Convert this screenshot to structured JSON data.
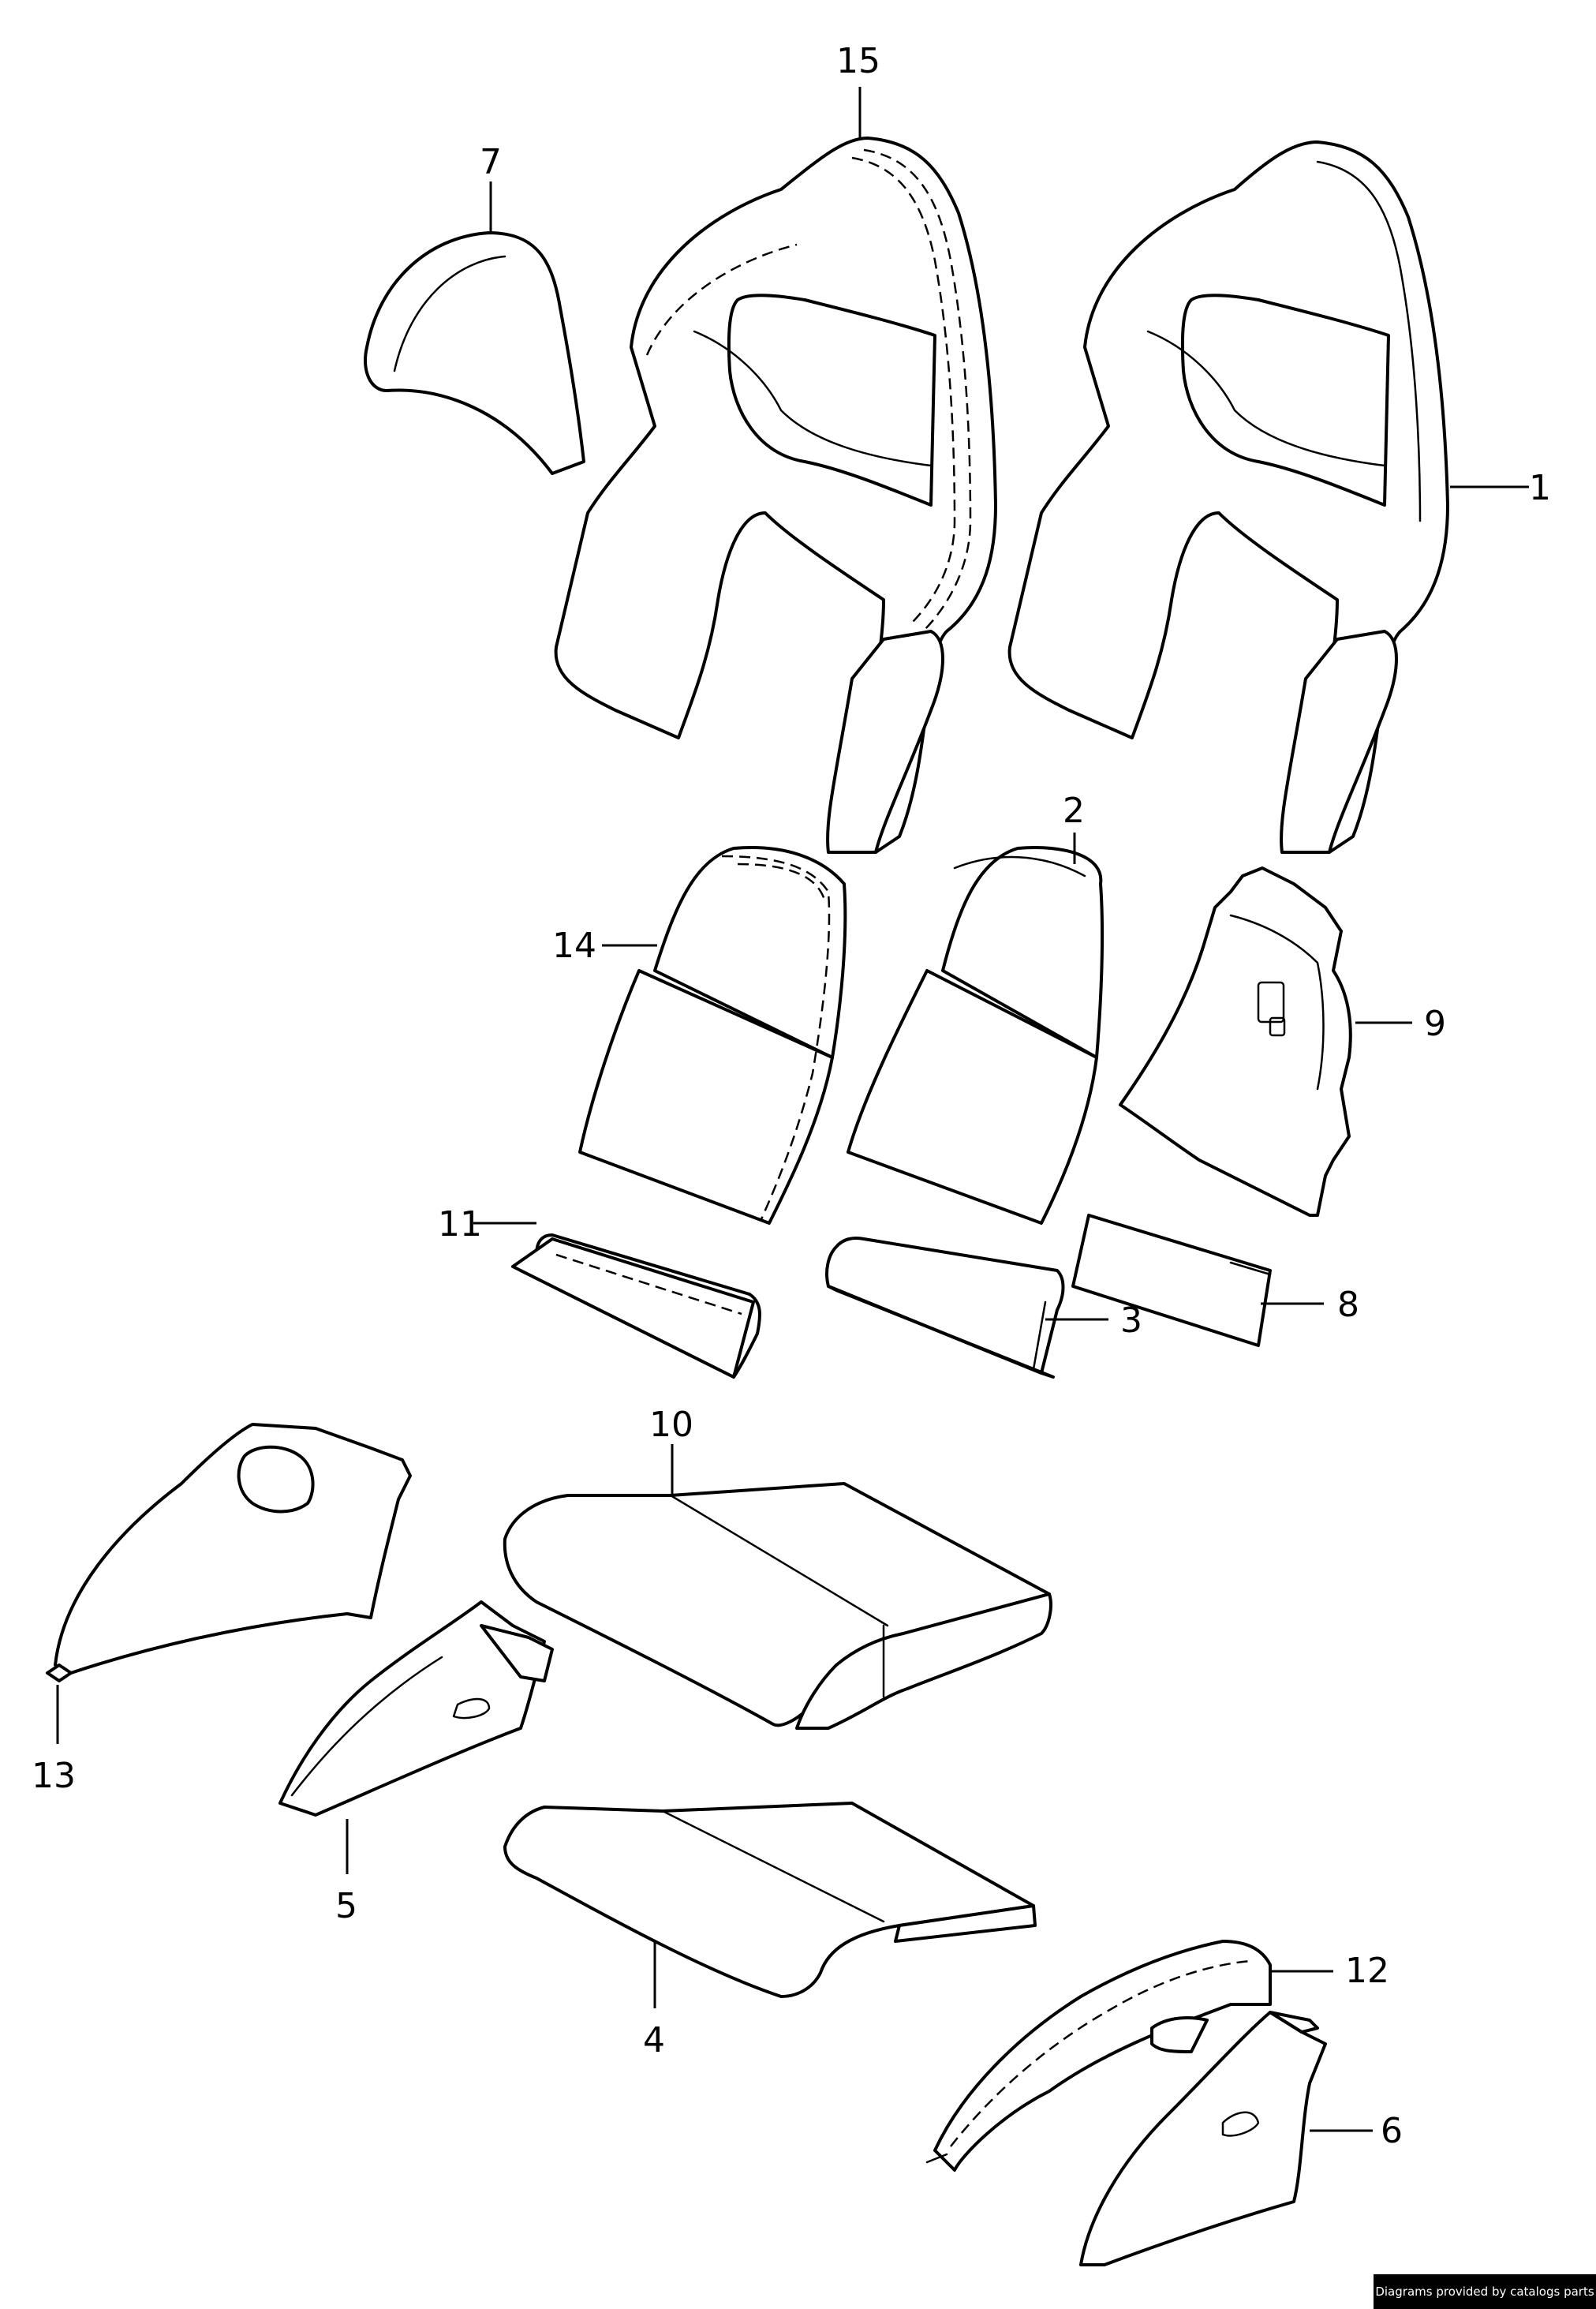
{
  "callouts": {
    "c1": "1",
    "c2": "2",
    "c3": "3",
    "c4": "4",
    "c5": "5",
    "c6": "6",
    "c7": "7",
    "c8": "8",
    "c9": "9",
    "c10": "10",
    "c11": "11",
    "c12": "12",
    "c13": "13",
    "c14": "14",
    "c15": "15"
  },
  "footer": {
    "credit": "Diagrams provided by catalogs parts"
  }
}
